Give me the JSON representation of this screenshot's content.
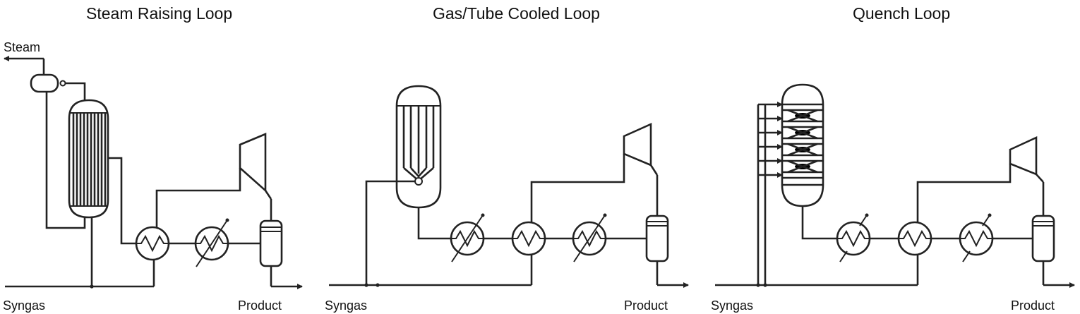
{
  "panels": [
    {
      "title": "Steam Raising Loop",
      "labels": {
        "steam": "Steam",
        "syngas": "Syngas",
        "product": "Product"
      }
    },
    {
      "title": "Gas/Tube Cooled Loop",
      "labels": {
        "syngas": "Syngas",
        "product": "Product"
      }
    },
    {
      "title": "Quench Loop",
      "labels": {
        "syngas": "Syngas",
        "product": "Product"
      }
    }
  ],
  "colors": {
    "line": "#222222",
    "background": "#ffffff"
  }
}
